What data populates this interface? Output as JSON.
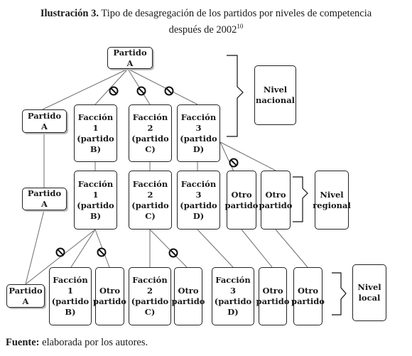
{
  "caption": {
    "label": "Ilustración 3.",
    "text_line1": "Tipo de desagregación de los partidos por niveles de competencia",
    "text_line2": "después de 2002",
    "footnote": "10"
  },
  "nodes": {
    "top_partido": "Partido A",
    "n1_partido": "Partido A",
    "n1_f1": "Facción 1\n(partido B)",
    "n1_f2": "Facción 2\n(partido C)",
    "n1_f3": "Facción 3\n(partido D)",
    "r_partido": "Partido A",
    "r_f1": "Facción 1\n(partido B)",
    "r_f2": "Facción 2\n(partido C)",
    "r_f3": "Facción 3\n(partido D)",
    "r_otro1": "Otro\npartido",
    "r_otro2": "Otro\npartido",
    "l_partido": "Partido A",
    "l_f1": "Facción 1\n(partido B)",
    "l_otro1": "Otro\npartido",
    "l_f2": "Facción 2\n(partido C)",
    "l_otro2": "Otro\npartido",
    "l_f3": "Facción 3\n(partido D)",
    "l_otro3": "Otro\npartido",
    "l_otro4": "Otro\npartido"
  },
  "levels": {
    "nacional": "Nivel\nnacional",
    "regional": "Nivel\nregional",
    "local": "Nivel\nlocal"
  },
  "footer": {
    "label": "Fuente:",
    "text": "elaborada por los autores."
  },
  "colors": {
    "line": "#6e6e6e",
    "border": "#222222"
  },
  "icons": {
    "prohibited": "prohibited-icon"
  }
}
